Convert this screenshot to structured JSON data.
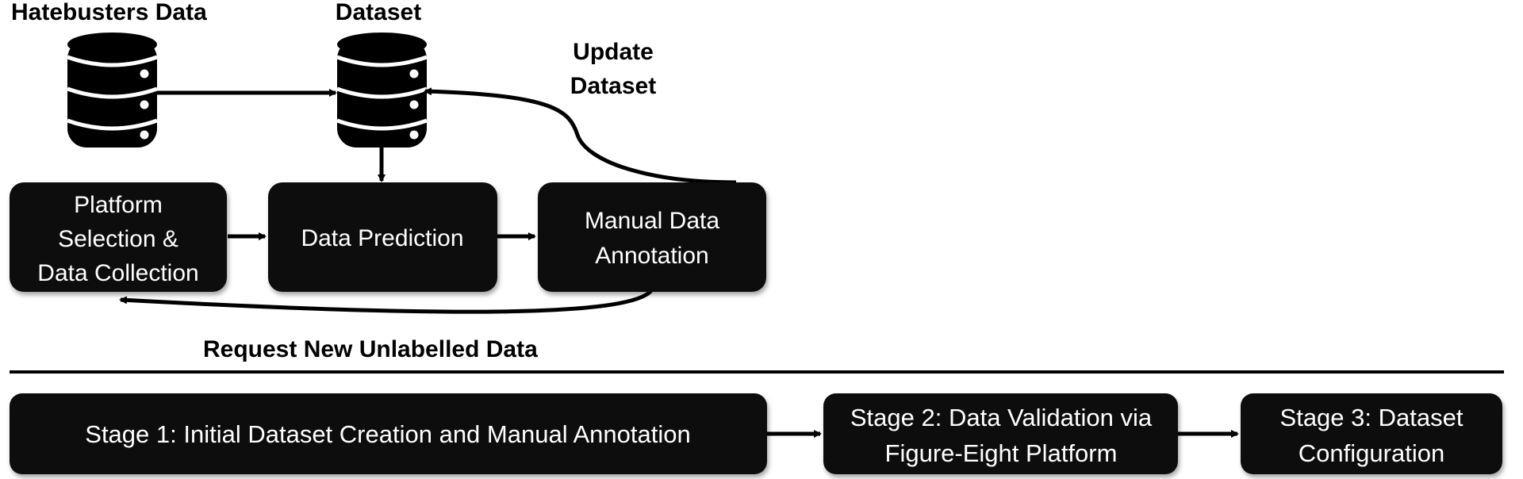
{
  "labels": {
    "hatebusters_data": "Hatebusters Data",
    "dataset": "Dataset",
    "update_dataset_line1": "Update",
    "update_dataset_line2": "Dataset",
    "request_new_unlabelled_data": "Request New Unlabelled Data"
  },
  "boxes": {
    "platform_selection": [
      "Platform",
      "Selection &",
      "Data Collection"
    ],
    "data_prediction": [
      "Data Prediction"
    ],
    "manual_annotation": [
      "Manual Data",
      "Annotation"
    ]
  },
  "stages": {
    "stage1": [
      "Stage 1:  Initial Dataset Creation and Manual Annotation"
    ],
    "stage2": [
      "Stage 2: Data Validation via",
      "Figure-Eight Platform"
    ],
    "stage3": [
      "Stage 3: Dataset",
      "Configuration"
    ]
  },
  "colors": {
    "box_fill": "#0b0b0b",
    "text_on_box": "#ffffff",
    "line": "#000000"
  },
  "icons": {
    "hatebusters_db": "database-icon",
    "dataset_db": "database-icon"
  }
}
